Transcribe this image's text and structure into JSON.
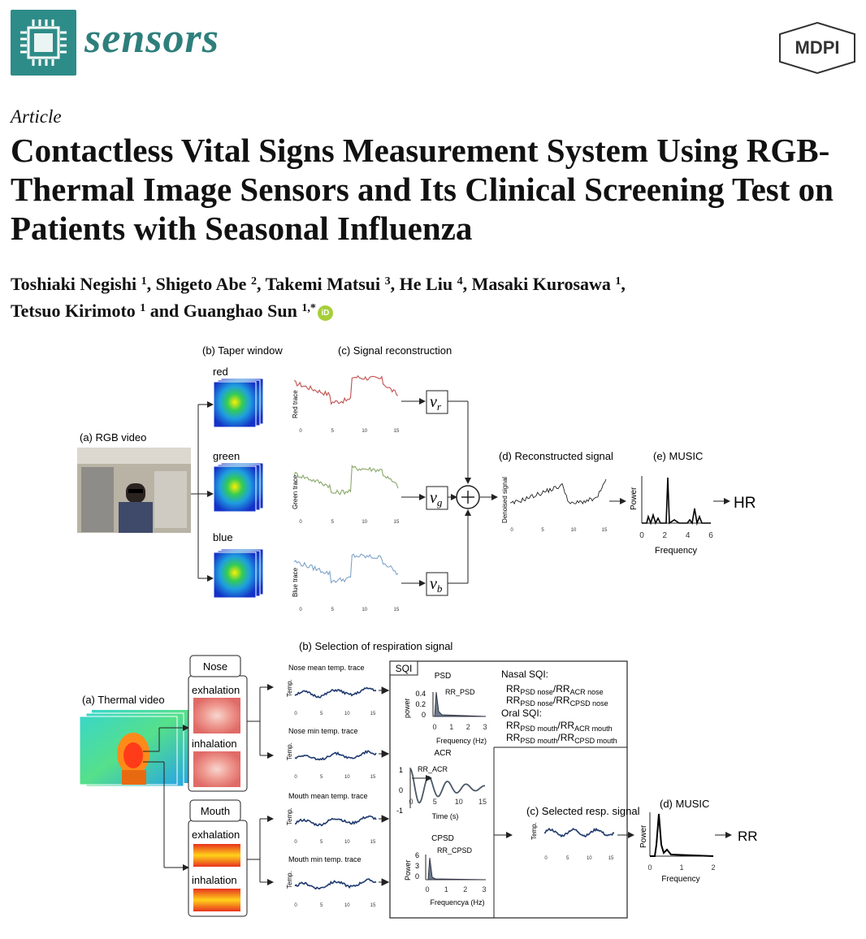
{
  "header": {
    "journal_name": "sensors",
    "publisher": "MDPI",
    "article_type": "Article",
    "title": "Contactless Vital Signs Measurement System Using RGB-Thermal Image Sensors and Its Clinical Screening Test on Patients with Seasonal Influenza"
  },
  "authors": [
    {
      "name": "Toshiaki Negishi",
      "aff": "1"
    },
    {
      "name": "Shigeto Abe",
      "aff": "2"
    },
    {
      "name": "Takemi Matsui",
      "aff": "3"
    },
    {
      "name": "He Liu",
      "aff": "4"
    },
    {
      "name": "Masaki Kurosawa",
      "aff": "1"
    },
    {
      "name": "Tetsuo Kirimoto",
      "aff": "1"
    },
    {
      "name": "Guanghao Sun",
      "aff": "1,*"
    }
  ],
  "orcid_label": "iD",
  "figure1": {
    "label_b": "(b) Taper window",
    "label_c": "(c) Signal reconstruction",
    "label_a": "(a) RGB video",
    "label_d": "(d) Reconstructed signal",
    "label_e": "(e) MUSIC",
    "channels": [
      {
        "name": "red",
        "trace_label": "Red trace",
        "weight": "v",
        "weight_sub": "r",
        "color": "#c0504d"
      },
      {
        "name": "green",
        "trace_label": "Green trace",
        "weight": "v",
        "weight_sub": "g",
        "color": "#8aa86a"
      },
      {
        "name": "blue",
        "trace_label": "Blue trace",
        "weight": "v",
        "weight_sub": "b",
        "color": "#7fa3c9"
      }
    ],
    "trace_ticks": [
      "0",
      "5",
      "10",
      "15"
    ],
    "denoised_label": "Denoised signal",
    "music_ylabel": "Power",
    "music_xlabel": "Frequency",
    "music_ticks": [
      "0",
      "2",
      "4",
      "6"
    ],
    "output": "HR"
  },
  "figure2": {
    "label_a": "(a) Thermal video",
    "label_b": "(b) Selection of respiration signal",
    "label_c": "(c) Selected resp. signal",
    "label_d": "(d) MUSIC",
    "nose": "Nose",
    "mouth": "Mouth",
    "exhalation": "exhalation",
    "inhalation": "inhalation",
    "traces": [
      "Nose mean temp. trace",
      "Nose min temp. trace",
      "Mouth mean temp. trace",
      "Mouth min temp. trace"
    ],
    "temp_label": "Temp.",
    "trace_ticks": [
      "0",
      "5",
      "10",
      "15"
    ],
    "sqi": "SQI",
    "psd": {
      "title": "PSD",
      "marker": "RR_PSD",
      "ylabel": "power",
      "yticks": [
        "0.4",
        "0.2",
        "0"
      ],
      "xticks": [
        "0",
        "1",
        "2",
        "3"
      ],
      "xlabel": "Frequency (Hz)"
    },
    "acr": {
      "title": "ACR",
      "marker": "RR_ACR",
      "yticks": [
        "1",
        "0",
        "-1"
      ],
      "xticks": [
        "0",
        "5",
        "10",
        "15"
      ],
      "xlabel": "Time (s)"
    },
    "cpsd": {
      "title": "CPSD",
      "marker": "RR_CPSD",
      "ylabel": "Power",
      "yticks": [
        "6",
        "3",
        "0"
      ],
      "xticks": [
        "0",
        "1",
        "2",
        "3"
      ],
      "xlabel": "Frequencya (Hz)"
    },
    "nasal_sqi": "Nasal SQI:",
    "oral_sqi": "Oral SQI:",
    "sqi_rr": "RR",
    "sqi_sub_psd_nose": "PSD nose",
    "sqi_sub_acr_nose": "ACR nose",
    "sqi_sub_psd_nose2": "PSD  nose",
    "sqi_sub_cpsd_nose": "CPSD nose",
    "sqi_sub_psd_mouth": "PSD mouth",
    "sqi_sub_acr_mouth": "ACR mouth",
    "sqi_sub_cpsd_mouth": "CPSD mouth",
    "sel_ticks": [
      "0",
      "5",
      "10",
      "15"
    ],
    "music_ylabel": "Power",
    "music_xlabel": "Frequency",
    "music_ticks": [
      "0",
      "1",
      "2"
    ],
    "output": "RR"
  }
}
